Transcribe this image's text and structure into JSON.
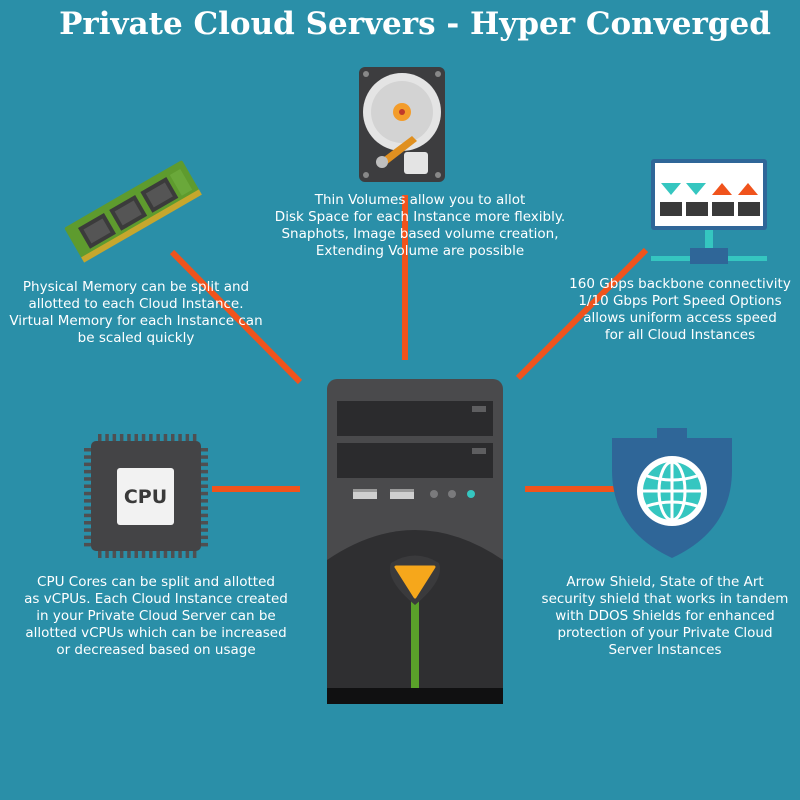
{
  "title": "Private Cloud Servers - Hyper Converged",
  "colors": {
    "background": "#2a8fa8",
    "connector": "#f0531c",
    "server_body": "#4a4a4c",
    "server_dark": "#2f2f31",
    "shield": "#2f6698",
    "globe": "#35c6c0",
    "accent_orange": "#f6a71b",
    "green_stem": "#5aa12a"
  },
  "icons": {
    "disk": "hard-disk-icon",
    "memory": "ram-module-icon",
    "network": "network-monitor-icon",
    "cpu": "cpu-chip-icon",
    "shield": "shield-globe-icon",
    "server": "server-tower-icon"
  },
  "cpu_chip_label": "CPU",
  "features": {
    "disk": {
      "lines": [
        "Thin Volumes allow you to allot",
        "Disk Space for each Instance more flexibly.",
        "Snaphots, Image based volume creation,",
        "Extending Volume are possible"
      ]
    },
    "memory": {
      "lines": [
        "Physical Memory can be split and",
        "allotted to each Cloud Instance.",
        "Virtual Memory for each Instance can",
        "be scaled quickly"
      ]
    },
    "network": {
      "lines": [
        "160 Gbps backbone connectivity",
        "1/10 Gbps Port Speed Options",
        "allows uniform access speed",
        "for all Cloud Instances"
      ]
    },
    "cpu": {
      "lines": [
        "CPU Cores can be split and allotted",
        "as vCPUs. Each Cloud Instance created",
        "in your Private Cloud Server can be",
        "allotted vCPUs which can be increased",
        "or decreased based on usage"
      ]
    },
    "shield": {
      "lines": [
        "Arrow Shield, State of the Art",
        "security shield that works in tandem",
        "with DDOS Shields for enhanced",
        "protection of your Private Cloud",
        "Server Instances"
      ]
    }
  }
}
